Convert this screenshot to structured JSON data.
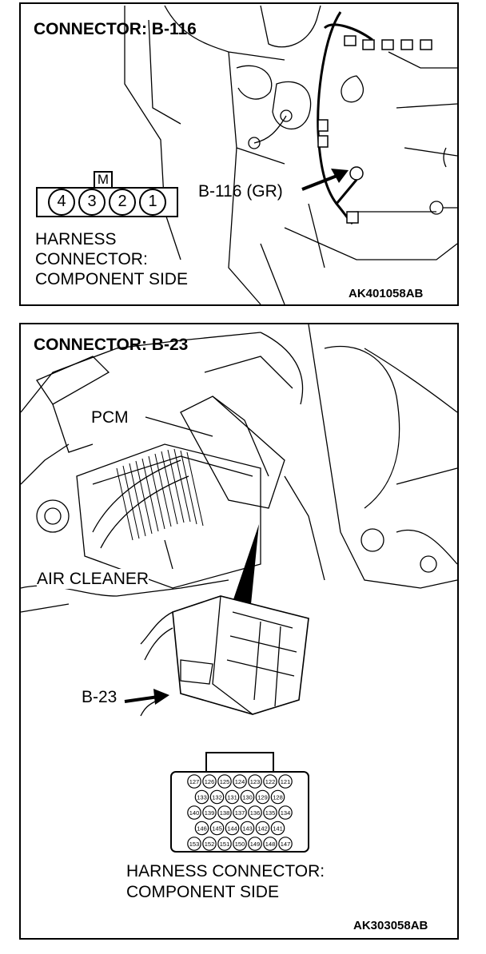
{
  "top": {
    "title": "CONNECTOR: B-116",
    "connector_id": "B-116 (GR)",
    "key_marker": "M",
    "pins": [
      "4",
      "3",
      "2",
      "1"
    ],
    "caption": [
      "HARNESS",
      "CONNECTOR:",
      "COMPONENT SIDE"
    ],
    "code": "AK401058AB"
  },
  "bottom": {
    "title": "CONNECTOR: B-23",
    "labels": {
      "pcm": "PCM",
      "air_cleaner": "AIR CLEANER",
      "connector": "B-23"
    },
    "pin_rows": [
      [
        "127",
        "126",
        "125",
        "124",
        "123",
        "122",
        "121"
      ],
      [
        "133",
        "132",
        "131",
        "130",
        "129",
        "128"
      ],
      [
        "140",
        "139",
        "138",
        "137",
        "136",
        "135",
        "134"
      ],
      [
        "146",
        "145",
        "144",
        "143",
        "142",
        "141"
      ],
      [
        "153",
        "152",
        "151",
        "150",
        "149",
        "148",
        "147"
      ]
    ],
    "caption": [
      "HARNESS CONNECTOR:",
      "COMPONENT SIDE"
    ],
    "code": "AK303058AB"
  }
}
